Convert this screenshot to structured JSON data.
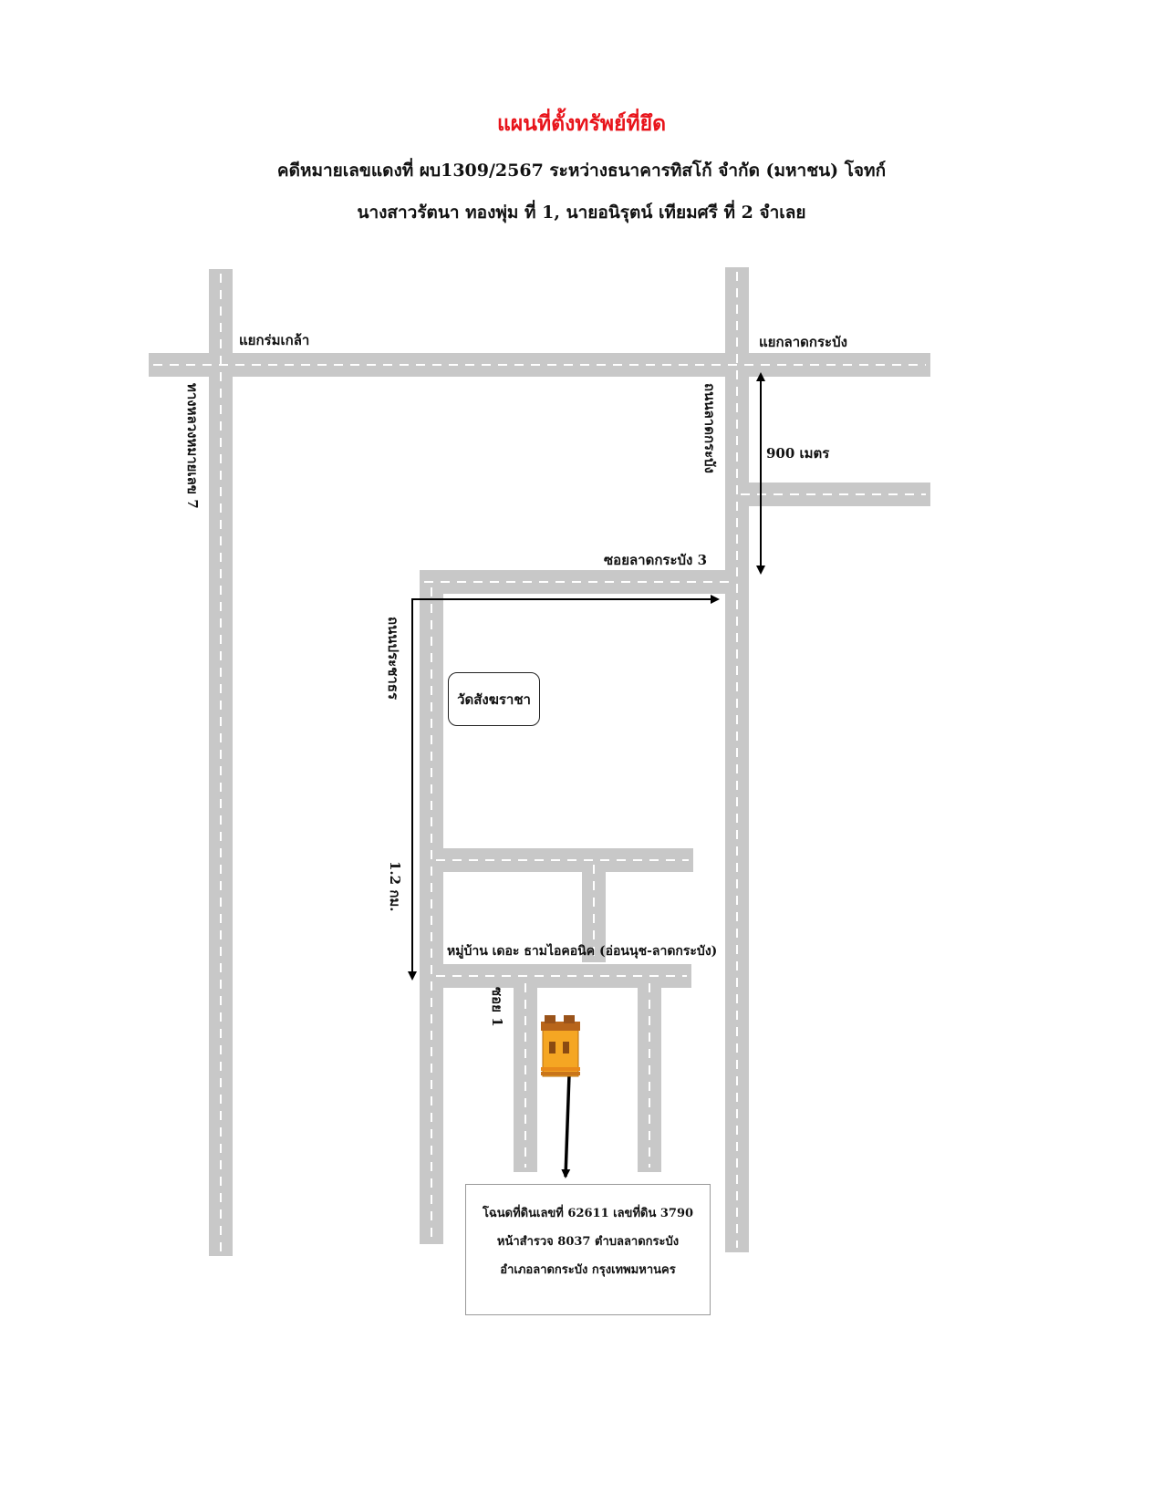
{
  "title": "แผนที่ตั้งทรัพย์ที่ยึด",
  "subtitle_line1": "คดีหมายเลขแดงที่ ผบ1309/2567 ระหว่างธนาคารทิสโก้ จำกัด (มหาชน) โจทก์",
  "subtitle_line2": "นางสาวรัตนา  ทองพุ่ม ที่ 1, นายอนิรุตน์  เทียมศรี ที่ 2 จำเลย",
  "labels": {
    "junction_rommklao": "แยกร่มเกล้า",
    "junction_latkrabang": "แยกลาดกระบัง",
    "highway_7": "ทางหลวงหมายเลข 7",
    "road_latkrabang": "ถนนลาดกระบัง",
    "distance_900m": "900 เมตร",
    "soi_latkrabang_3": "ซอยลาดกระบัง 3",
    "road_prachathon": "ถนนประชาธร",
    "temple": "วัดสังฆราชา",
    "distance_1_2km": "1.2 กม.",
    "village": "หมู่บ้าน เดอะ ธามไอคอนิค  (อ่อนนุช-ลาดกระบัง)",
    "soi_1": "ซอย 1"
  },
  "deed": {
    "line1": "โฉนดที่ดินเลขที่  62611 เลขที่ดิน 3790",
    "line2": "หน้าสำรวจ 8037 ตำบลลาดกระบัง",
    "line3": "อำเภอลาดกระบัง กรุงเทพมหานคร"
  },
  "colors": {
    "title": "#e8141b",
    "road": "#c8c8c8",
    "lane_marking": "#ffffff",
    "building": "#f5a623"
  },
  "icons": {
    "property": "house-icon"
  }
}
